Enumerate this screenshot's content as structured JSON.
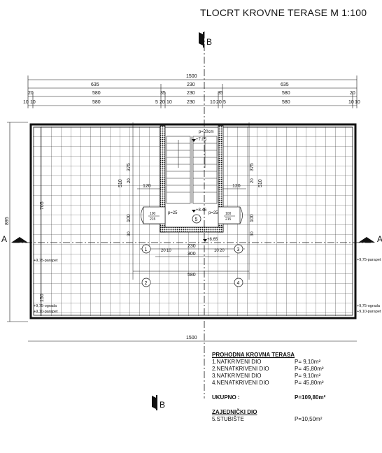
{
  "title": "TLOCRT KROVNE TERASE M 1:100",
  "section_marks": {
    "b": "B",
    "a": "A"
  },
  "dims": {
    "total_top": "1500",
    "row1": [
      "635",
      "230",
      "635"
    ],
    "row2": [
      "20",
      "580",
      "35",
      "230",
      "35",
      "580",
      "20"
    ],
    "row3": [
      "10",
      "10",
      "580",
      "5",
      "20",
      "10",
      "230",
      "10",
      "20",
      "5",
      "580",
      "10",
      "10"
    ],
    "total_bottom": "1500",
    "left_total": "895",
    "left_inner": "705",
    "left_low": "150",
    "inner_580": "580",
    "inner_300": "300",
    "inner_230": "230",
    "stair_sides": [
      "20",
      "10",
      "230",
      "10",
      "20"
    ],
    "v375": "375",
    "v510": "510",
    "v120": "120",
    "v100": "100",
    "v30": "30",
    "v20": "20",
    "w100_215": [
      "100",
      "215"
    ]
  },
  "levels": {
    "top_stair": "+7.05",
    "landing": "+8.46",
    "bottom": "+8.65",
    "parapet_left": "+9,75-parapet",
    "ograda_left": "+9,75-ograda",
    "parapet_left_low": "+9,10-parapet",
    "parapet_right": "+9,75-parapet",
    "ograda_right": "+9,75-ograda",
    "parapet_right_low": "+9,10-parapet",
    "p20": "p=20cm",
    "p25": "p=25"
  },
  "zones": [
    "1",
    "2",
    "3",
    "4",
    "5"
  ],
  "table": {
    "heading1": "PROHODNA KROVNA TERASA",
    "rows": [
      {
        "name": "1.NATKRIVENI DIO",
        "value": "P=   9,10m²"
      },
      {
        "name": "2.NENATKRIVENI DIO",
        "value": "P=  45,80m²"
      },
      {
        "name": "3.NATKRIVENI DIO",
        "value": "P=   9,10m²"
      },
      {
        "name": "4.NENATKRIVENI DIO",
        "value": "P=  45,80m²"
      }
    ],
    "total_label": "UKUPNO :",
    "total_value": "P=109,80m²",
    "heading2": "ZAJEDNIČKI DIO",
    "rows2": [
      {
        "name": "5.STUBIŠTE",
        "value": "P=10,50m²"
      }
    ]
  }
}
